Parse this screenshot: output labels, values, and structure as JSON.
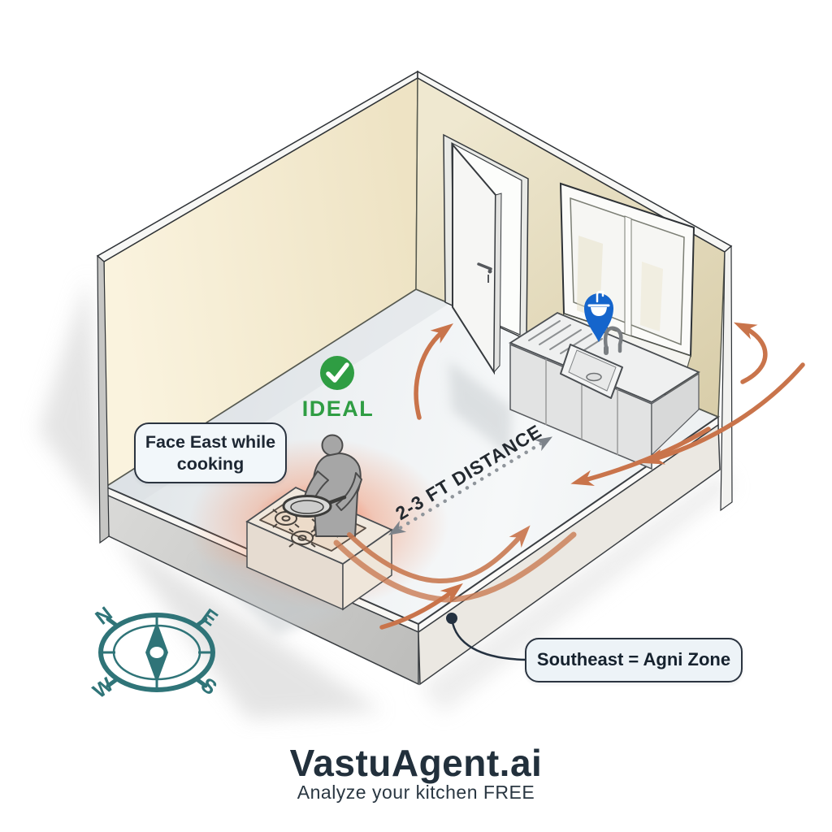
{
  "scene": {
    "ideal_label": "IDEAL",
    "face_east_label": "Face East while cooking",
    "distance_label": "2-3 FT DISTANCE",
    "agni_label": "Southeast = Agni Zone"
  },
  "compass": {
    "n": "N",
    "e": "E",
    "s": "S",
    "w": "W"
  },
  "branding": {
    "title": "VastuAgent.ai",
    "tagline": "Analyze your kitchen FREE"
  },
  "icons": {
    "check": "check-icon",
    "sink_pin": "sink-pin-icon",
    "compass": "compass-icon",
    "flow_arrows": "energy-flow-arrow-icons"
  },
  "colors": {
    "accent_orange": "#c9744b",
    "glow_orange": "#f25c2e",
    "ideal_green": "#2f9d43",
    "pin_blue": "#1565cc",
    "compass_teal": "#2f7478",
    "wall_cream": "#f3ecd4",
    "floor_gray": "#eef1f3",
    "label_border": "#2b3440",
    "brand_navy": "#22303c"
  }
}
